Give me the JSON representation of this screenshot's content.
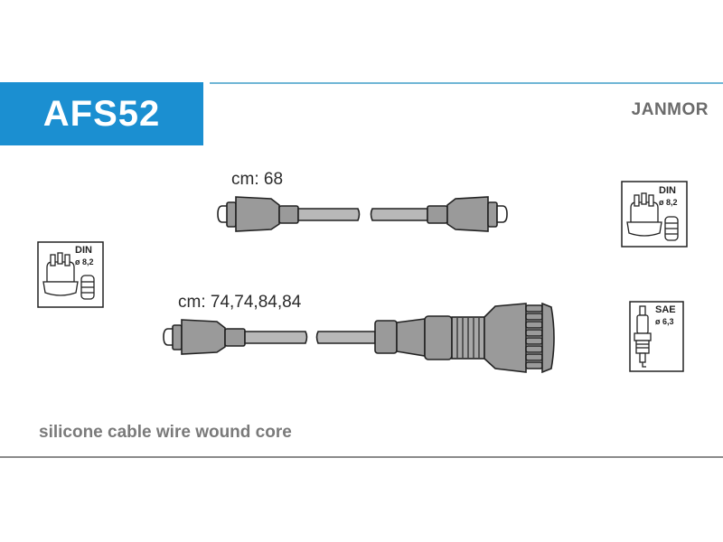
{
  "header": {
    "part_number": "AFS52",
    "brand": "JANMOR",
    "accent_color": "#1b8fd1"
  },
  "cables": [
    {
      "length_label": "cm: 68"
    },
    {
      "length_label": "cm: 74,74,84,84"
    }
  ],
  "connectors": {
    "distributor_left": {
      "standard": "DIN",
      "diameter": "ø 8,2",
      "icon": "distributor-cap-icon"
    },
    "distributor_right": {
      "standard": "DIN",
      "diameter": "ø 8,2",
      "icon": "distributor-cap-icon"
    },
    "spark_plug": {
      "standard": "SAE",
      "diameter": "ø 6,3",
      "icon": "spark-plug-icon"
    }
  },
  "footer": {
    "description": "silicone cable wire wound core"
  }
}
